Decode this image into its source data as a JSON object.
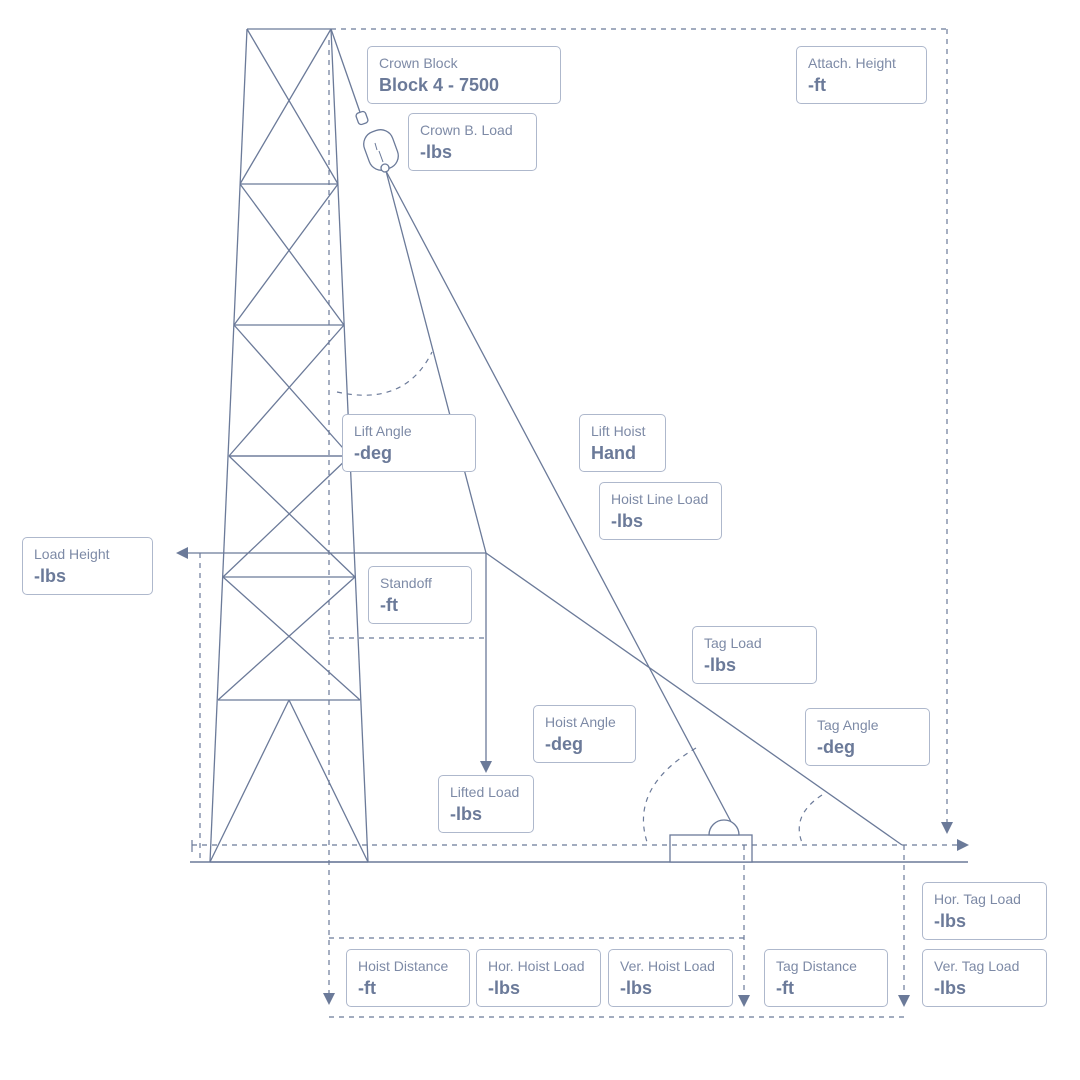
{
  "boxes": {
    "crown_block": {
      "label": "Crown Block",
      "value": "Block 4 - 7500"
    },
    "attach_height": {
      "label": "Attach. Height",
      "value": "-ft"
    },
    "crown_b_load": {
      "label": "Crown B. Load",
      "value": "-lbs"
    },
    "lift_angle": {
      "label": "Lift Angle",
      "value": "-deg"
    },
    "lift_hoist": {
      "label": "Lift Hoist",
      "value": "Hand"
    },
    "hoist_line_load": {
      "label": "Hoist Line Load",
      "value": "-lbs"
    },
    "load_height": {
      "label": "Load Height",
      "value": "-lbs"
    },
    "standoff": {
      "label": "Standoff",
      "value": "-ft"
    },
    "tag_load": {
      "label": "Tag Load",
      "value": "-lbs"
    },
    "hoist_angle": {
      "label": "Hoist Angle",
      "value": "-deg"
    },
    "tag_angle": {
      "label": "Tag Angle",
      "value": "-deg"
    },
    "lifted_load": {
      "label": "Lifted Load",
      "value": "-lbs"
    },
    "hor_tag_load": {
      "label": "Hor. Tag Load",
      "value": "-lbs"
    },
    "hoist_distance": {
      "label": "Hoist Distance",
      "value": "-ft"
    },
    "hor_hoist_load": {
      "label": "Hor. Hoist Load",
      "value": "-lbs"
    },
    "ver_hoist_load": {
      "label": "Ver. Hoist Load",
      "value": "-lbs"
    },
    "tag_distance": {
      "label": "Tag Distance",
      "value": "-ft"
    },
    "ver_tag_load": {
      "label": "Ver. Tag Load",
      "value": "-lbs"
    }
  },
  "colors": {
    "line": "#6b7a99",
    "border": "#aeb8cc",
    "text": "#6b7a99"
  }
}
